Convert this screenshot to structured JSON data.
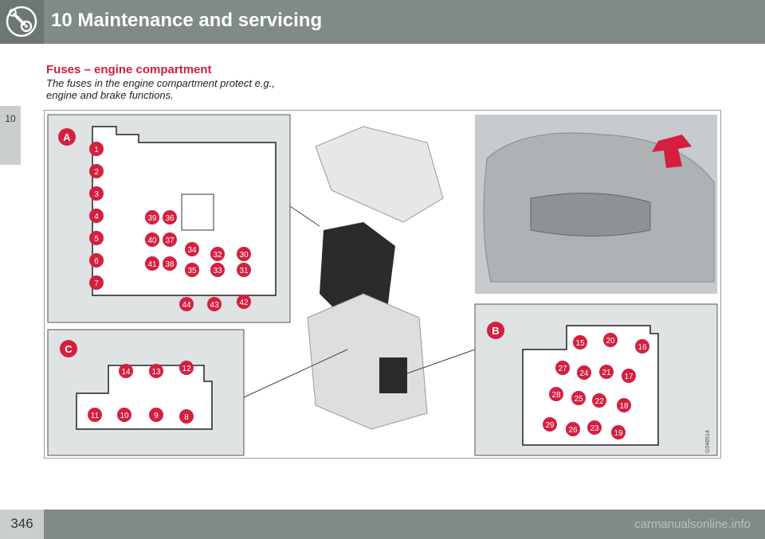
{
  "header": {
    "chapter_title": "10 Maintenance and servicing",
    "icon": "wrench-gear-icon"
  },
  "sidebar": {
    "chapter_tab": "10"
  },
  "content": {
    "section_title": "Fuses – engine compartment",
    "intro": "The fuses in the engine compartment protect e.g., engine and brake functions."
  },
  "figure": {
    "panel_labels": {
      "a": "A",
      "b": "B",
      "c": "C"
    },
    "image_code": "G048514",
    "fuses_a": [
      "1",
      "2",
      "3",
      "4",
      "5",
      "6",
      "7",
      "39",
      "36",
      "40",
      "37",
      "41",
      "38",
      "34",
      "35",
      "32",
      "33",
      "30",
      "31",
      "44",
      "43",
      "42"
    ],
    "fuses_b": [
      "15",
      "20",
      "16",
      "27",
      "24",
      "21",
      "17",
      "28",
      "25",
      "22",
      "18",
      "29",
      "26",
      "23",
      "19"
    ],
    "fuses_c": [
      "14",
      "13",
      "12",
      "11",
      "10",
      "9",
      "8"
    ],
    "badge_color": "#d51f40"
  },
  "footer": {
    "page_number": "346",
    "watermark": "carmanualsonline.info"
  }
}
